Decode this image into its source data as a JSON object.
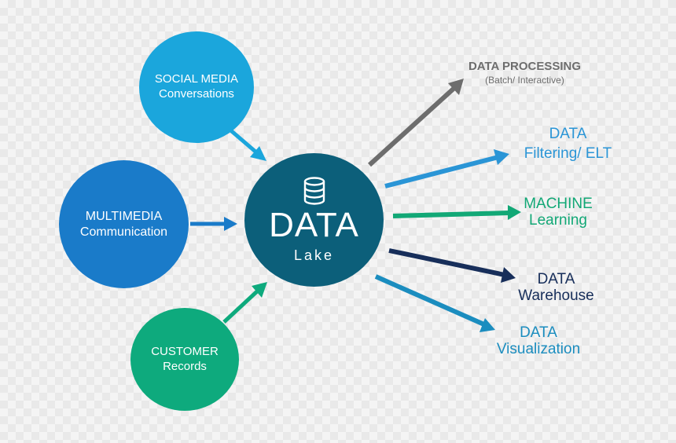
{
  "sources": [
    {
      "line1": "SOCIAL MEDIA",
      "line2": "Conversations"
    },
    {
      "line1": "MULTIMEDIA",
      "line2": "Communication"
    },
    {
      "line1": "CUSTOMER",
      "line2": "Records"
    }
  ],
  "center": {
    "title": "DATA",
    "subtitle": "Lake",
    "icon": "database-icon"
  },
  "outputs": [
    {
      "line1": "DATA PROCESSING",
      "line2": "(Batch/ Interactive)",
      "color": "#6d6d6d"
    },
    {
      "line1": "DATA",
      "line2": "Filtering/ ELT",
      "color": "#2a95d6"
    },
    {
      "line1": "MACHINE",
      "line2": "Learning",
      "color": "#12a876"
    },
    {
      "line1": "DATA",
      "line2": "Warehouse",
      "color": "#172e5a"
    },
    {
      "line1": "DATA",
      "line2": "Visualization",
      "color": "#1b8dbf"
    }
  ],
  "colors": {
    "social": "#1ba6dc",
    "multimedia": "#1a7bc9",
    "customer": "#0eaa7d",
    "lake": "#0c5f7a"
  }
}
